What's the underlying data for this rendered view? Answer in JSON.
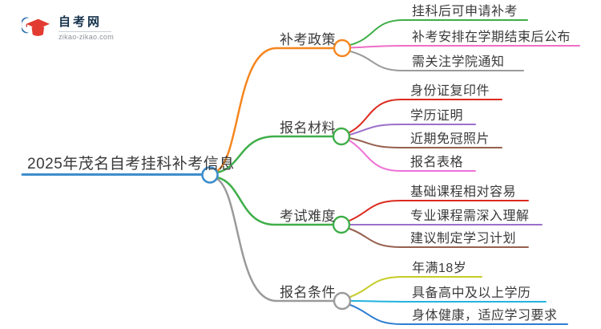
{
  "logo": {
    "title": "自考网",
    "domain": "zikao-zikao.com",
    "icon_crescent_color": "#2a6cb0",
    "icon_cap_color": "#e23b31"
  },
  "root": {
    "label": "2025年茂名自考挂科补考信息",
    "color": "#3f8ecc"
  },
  "branches": [
    {
      "label": "补考政策",
      "color": "#f5861f",
      "children": [
        {
          "label": "挂科后可申请补考",
          "color": "#3fae49"
        },
        {
          "label": "补考安排在学期结束后公布",
          "color": "#ee6ec6"
        },
        {
          "label": "需关注学院通知",
          "color": "#9a9a9a"
        }
      ]
    },
    {
      "label": "报名材料",
      "color": "#3fae49",
      "children": [
        {
          "label": "身份证复印件",
          "color": "#dc2a1f"
        },
        {
          "label": "学历证明",
          "color": "#9c6fca"
        },
        {
          "label": "近期免冠照片",
          "color": "#96604f"
        },
        {
          "label": "报名表格",
          "color": "#ee72d8"
        }
      ]
    },
    {
      "label": "考试难度",
      "color": "#3fae49",
      "children": [
        {
          "label": "基础课程相对容易",
          "color": "#dc2a1f"
        },
        {
          "label": "专业课程需深入理解",
          "color": "#9c6fca"
        },
        {
          "label": "建议制定学习计划",
          "color": "#96604f"
        }
      ]
    },
    {
      "label": "报名条件",
      "color": "#9a9a9a",
      "children": [
        {
          "label": "年满18岁",
          "color": "#c6cc28"
        },
        {
          "label": "具备高中及以上学历",
          "color": "#22b4de"
        },
        {
          "label": "身体健康，适应学习要求",
          "color": "#2e7ed2"
        }
      ]
    }
  ]
}
